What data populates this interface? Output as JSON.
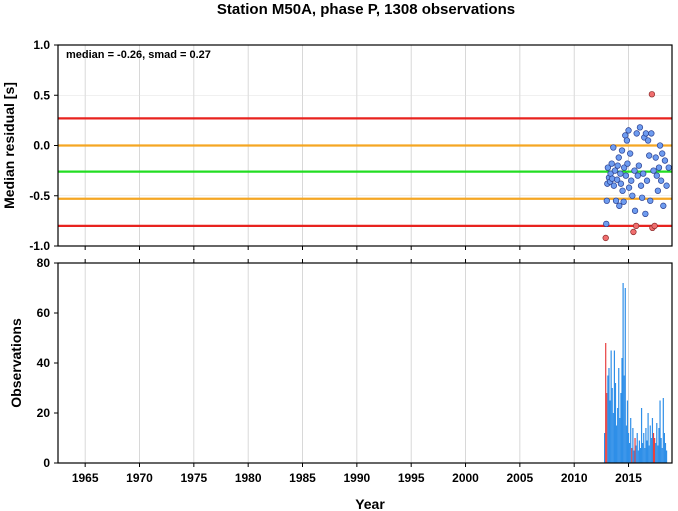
{
  "chart_data": [
    {
      "type": "scatter",
      "panel": "top",
      "title": "Station M50A, phase P, 1308 observations",
      "ylabel": "Median residual [s]",
      "annotation": "median = -0.26, smad = 0.27",
      "xlim": [
        1962.5,
        2019.0
      ],
      "ylim": [
        -1.0,
        1.0
      ],
      "yticks": [
        "1.0",
        "0.5",
        "0.0",
        "-0.5",
        "-1.0"
      ],
      "yticks_values": [
        1.0,
        0.5,
        0.0,
        -0.5,
        -1.0
      ],
      "reference_lines": [
        {
          "value": 0.27,
          "color": "#e8231f"
        },
        {
          "value": 0.0,
          "color": "#f5a623"
        },
        {
          "value": -0.26,
          "color": "#22dd22"
        },
        {
          "value": -0.53,
          "color": "#f5a623"
        },
        {
          "value": -0.8,
          "color": "#e8231f"
        }
      ],
      "points": [
        {
          "x": 2012.9,
          "y": -0.92,
          "outlier": true
        },
        {
          "x": 2012.95,
          "y": -0.78,
          "outlier": false
        },
        {
          "x": 2013.0,
          "y": -0.55,
          "outlier": false
        },
        {
          "x": 2013.05,
          "y": -0.38,
          "outlier": false
        },
        {
          "x": 2013.1,
          "y": -0.22,
          "outlier": false
        },
        {
          "x": 2013.2,
          "y": -0.32,
          "outlier": false
        },
        {
          "x": 2013.3,
          "y": -0.36,
          "outlier": false
        },
        {
          "x": 2013.35,
          "y": -0.28,
          "outlier": false
        },
        {
          "x": 2013.45,
          "y": -0.18,
          "outlier": false
        },
        {
          "x": 2013.5,
          "y": -0.33,
          "outlier": false
        },
        {
          "x": 2013.6,
          "y": -0.02,
          "outlier": false
        },
        {
          "x": 2013.65,
          "y": -0.4,
          "outlier": false
        },
        {
          "x": 2013.75,
          "y": -0.25,
          "outlier": false
        },
        {
          "x": 2013.85,
          "y": -0.55,
          "outlier": false
        },
        {
          "x": 2013.95,
          "y": -0.34,
          "outlier": false
        },
        {
          "x": 2014.0,
          "y": -0.2,
          "outlier": false
        },
        {
          "x": 2014.1,
          "y": -0.12,
          "outlier": false
        },
        {
          "x": 2014.15,
          "y": -0.6,
          "outlier": false
        },
        {
          "x": 2014.25,
          "y": -0.28,
          "outlier": false
        },
        {
          "x": 2014.3,
          "y": -0.38,
          "outlier": false
        },
        {
          "x": 2014.4,
          "y": -0.05,
          "outlier": false
        },
        {
          "x": 2014.45,
          "y": -0.45,
          "outlier": false
        },
        {
          "x": 2014.55,
          "y": -0.56,
          "outlier": false
        },
        {
          "x": 2014.6,
          "y": -0.22,
          "outlier": false
        },
        {
          "x": 2014.7,
          "y": 0.1,
          "outlier": false
        },
        {
          "x": 2014.75,
          "y": -0.3,
          "outlier": false
        },
        {
          "x": 2014.85,
          "y": 0.05,
          "outlier": false
        },
        {
          "x": 2014.9,
          "y": -0.18,
          "outlier": false
        },
        {
          "x": 2015.0,
          "y": 0.15,
          "outlier": false
        },
        {
          "x": 2015.05,
          "y": -0.42,
          "outlier": false
        },
        {
          "x": 2015.15,
          "y": -0.08,
          "outlier": false
        },
        {
          "x": 2015.25,
          "y": -0.35,
          "outlier": false
        },
        {
          "x": 2015.35,
          "y": -0.5,
          "outlier": false
        },
        {
          "x": 2015.45,
          "y": -0.86,
          "outlier": true
        },
        {
          "x": 2015.55,
          "y": -0.25,
          "outlier": false
        },
        {
          "x": 2015.6,
          "y": -0.65,
          "outlier": false
        },
        {
          "x": 2015.7,
          "y": -0.8,
          "outlier": true
        },
        {
          "x": 2015.75,
          "y": 0.12,
          "outlier": false
        },
        {
          "x": 2015.85,
          "y": -0.3,
          "outlier": false
        },
        {
          "x": 2015.95,
          "y": -0.2,
          "outlier": false
        },
        {
          "x": 2016.05,
          "y": 0.18,
          "outlier": false
        },
        {
          "x": 2016.15,
          "y": -0.4,
          "outlier": false
        },
        {
          "x": 2016.25,
          "y": -0.52,
          "outlier": false
        },
        {
          "x": 2016.35,
          "y": -0.28,
          "outlier": false
        },
        {
          "x": 2016.45,
          "y": 0.08,
          "outlier": false
        },
        {
          "x": 2016.55,
          "y": -0.68,
          "outlier": false
        },
        {
          "x": 2016.6,
          "y": 0.12,
          "outlier": false
        },
        {
          "x": 2016.7,
          "y": -0.35,
          "outlier": false
        },
        {
          "x": 2016.8,
          "y": 0.05,
          "outlier": false
        },
        {
          "x": 2016.9,
          "y": -0.1,
          "outlier": false
        },
        {
          "x": 2017.0,
          "y": -0.55,
          "outlier": false
        },
        {
          "x": 2017.1,
          "y": 0.12,
          "outlier": false
        },
        {
          "x": 2017.15,
          "y": 0.51,
          "outlier": true
        },
        {
          "x": 2017.2,
          "y": -0.82,
          "outlier": true
        },
        {
          "x": 2017.3,
          "y": -0.25,
          "outlier": false
        },
        {
          "x": 2017.4,
          "y": -0.8,
          "outlier": true
        },
        {
          "x": 2017.5,
          "y": -0.12,
          "outlier": false
        },
        {
          "x": 2017.6,
          "y": -0.3,
          "outlier": false
        },
        {
          "x": 2017.7,
          "y": -0.45,
          "outlier": false
        },
        {
          "x": 2017.8,
          "y": -0.22,
          "outlier": false
        },
        {
          "x": 2017.9,
          "y": 0.0,
          "outlier": false
        },
        {
          "x": 2018.0,
          "y": -0.35,
          "outlier": false
        },
        {
          "x": 2018.1,
          "y": -0.08,
          "outlier": false
        },
        {
          "x": 2018.2,
          "y": -0.6,
          "outlier": false
        },
        {
          "x": 2018.35,
          "y": -0.15,
          "outlier": false
        },
        {
          "x": 2018.5,
          "y": -0.4,
          "outlier": false
        },
        {
          "x": 2018.7,
          "y": -0.22,
          "outlier": false
        }
      ],
      "colors": {
        "point": "#6e9cf0",
        "outlier": "#f06e6e",
        "stroke": "#2a3f8f"
      }
    },
    {
      "type": "bar",
      "panel": "bottom",
      "xlabel": "Year",
      "ylabel": "Observations",
      "xlim": [
        1962.5,
        2019.0
      ],
      "ylim": [
        0,
        80
      ],
      "xticks": [
        "1965",
        "1970",
        "1975",
        "1980",
        "1985",
        "1990",
        "1995",
        "2000",
        "2005",
        "2010",
        "2015"
      ],
      "xticks_values": [
        1965,
        1970,
        1975,
        1980,
        1985,
        1990,
        1995,
        2000,
        2005,
        2010,
        2015
      ],
      "yticks": [
        "80",
        "60",
        "40",
        "20",
        "0"
      ],
      "yticks_values": [
        80,
        60,
        40,
        20,
        0
      ],
      "bars": [
        {
          "x": 2012.8,
          "y": 12,
          "flag": false
        },
        {
          "x": 2012.9,
          "y": 48,
          "flag": true
        },
        {
          "x": 2013.0,
          "y": 28,
          "flag": true
        },
        {
          "x": 2013.1,
          "y": 35,
          "flag": false
        },
        {
          "x": 2013.2,
          "y": 38,
          "flag": false
        },
        {
          "x": 2013.3,
          "y": 25,
          "flag": false
        },
        {
          "x": 2013.4,
          "y": 45,
          "flag": false
        },
        {
          "x": 2013.5,
          "y": 30,
          "flag": false
        },
        {
          "x": 2013.6,
          "y": 20,
          "flag": false
        },
        {
          "x": 2013.7,
          "y": 45,
          "flag": false
        },
        {
          "x": 2013.8,
          "y": 32,
          "flag": false
        },
        {
          "x": 2013.9,
          "y": 15,
          "flag": false
        },
        {
          "x": 2014.0,
          "y": 22,
          "flag": false
        },
        {
          "x": 2014.1,
          "y": 38,
          "flag": false
        },
        {
          "x": 2014.2,
          "y": 18,
          "flag": false
        },
        {
          "x": 2014.3,
          "y": 28,
          "flag": false
        },
        {
          "x": 2014.4,
          "y": 42,
          "flag": false
        },
        {
          "x": 2014.5,
          "y": 72,
          "flag": false
        },
        {
          "x": 2014.6,
          "y": 35,
          "flag": false
        },
        {
          "x": 2014.7,
          "y": 70,
          "flag": false
        },
        {
          "x": 2014.8,
          "y": 15,
          "flag": false
        },
        {
          "x": 2014.9,
          "y": 25,
          "flag": false
        },
        {
          "x": 2015.0,
          "y": 12,
          "flag": false
        },
        {
          "x": 2015.1,
          "y": 8,
          "flag": false
        },
        {
          "x": 2015.2,
          "y": 18,
          "flag": false
        },
        {
          "x": 2015.3,
          "y": 6,
          "flag": true
        },
        {
          "x": 2015.4,
          "y": 14,
          "flag": false
        },
        {
          "x": 2015.5,
          "y": 5,
          "flag": false
        },
        {
          "x": 2015.6,
          "y": 10,
          "flag": true
        },
        {
          "x": 2015.7,
          "y": 7,
          "flag": false
        },
        {
          "x": 2015.8,
          "y": 12,
          "flag": false
        },
        {
          "x": 2015.9,
          "y": 5,
          "flag": false
        },
        {
          "x": 2016.0,
          "y": 9,
          "flag": false
        },
        {
          "x": 2016.1,
          "y": 6,
          "flag": false
        },
        {
          "x": 2016.2,
          "y": 22,
          "flag": false
        },
        {
          "x": 2016.3,
          "y": 8,
          "flag": false
        },
        {
          "x": 2016.4,
          "y": 12,
          "flag": false
        },
        {
          "x": 2016.5,
          "y": 6,
          "flag": false
        },
        {
          "x": 2016.6,
          "y": 14,
          "flag": false
        },
        {
          "x": 2016.7,
          "y": 9,
          "flag": false
        },
        {
          "x": 2016.8,
          "y": 20,
          "flag": false
        },
        {
          "x": 2016.9,
          "y": 7,
          "flag": false
        },
        {
          "x": 2017.0,
          "y": 15,
          "flag": false
        },
        {
          "x": 2017.1,
          "y": 10,
          "flag": false
        },
        {
          "x": 2017.2,
          "y": 18,
          "flag": false
        },
        {
          "x": 2017.3,
          "y": 12,
          "flag": true
        },
        {
          "x": 2017.4,
          "y": 10,
          "flag": true
        },
        {
          "x": 2017.5,
          "y": 8,
          "flag": false
        },
        {
          "x": 2017.6,
          "y": 16,
          "flag": false
        },
        {
          "x": 2017.7,
          "y": 7,
          "flag": false
        },
        {
          "x": 2017.8,
          "y": 14,
          "flag": false
        },
        {
          "x": 2017.9,
          "y": 25,
          "flag": false
        },
        {
          "x": 2018.0,
          "y": 10,
          "flag": false
        },
        {
          "x": 2018.1,
          "y": 6,
          "flag": false
        },
        {
          "x": 2018.2,
          "y": 26,
          "flag": false
        },
        {
          "x": 2018.3,
          "y": 12,
          "flag": false
        },
        {
          "x": 2018.4,
          "y": 8,
          "flag": false
        },
        {
          "x": 2018.5,
          "y": 5,
          "flag": false
        }
      ],
      "colors": {
        "bar": "#2f8fe8",
        "flag": "#e84040"
      }
    }
  ]
}
